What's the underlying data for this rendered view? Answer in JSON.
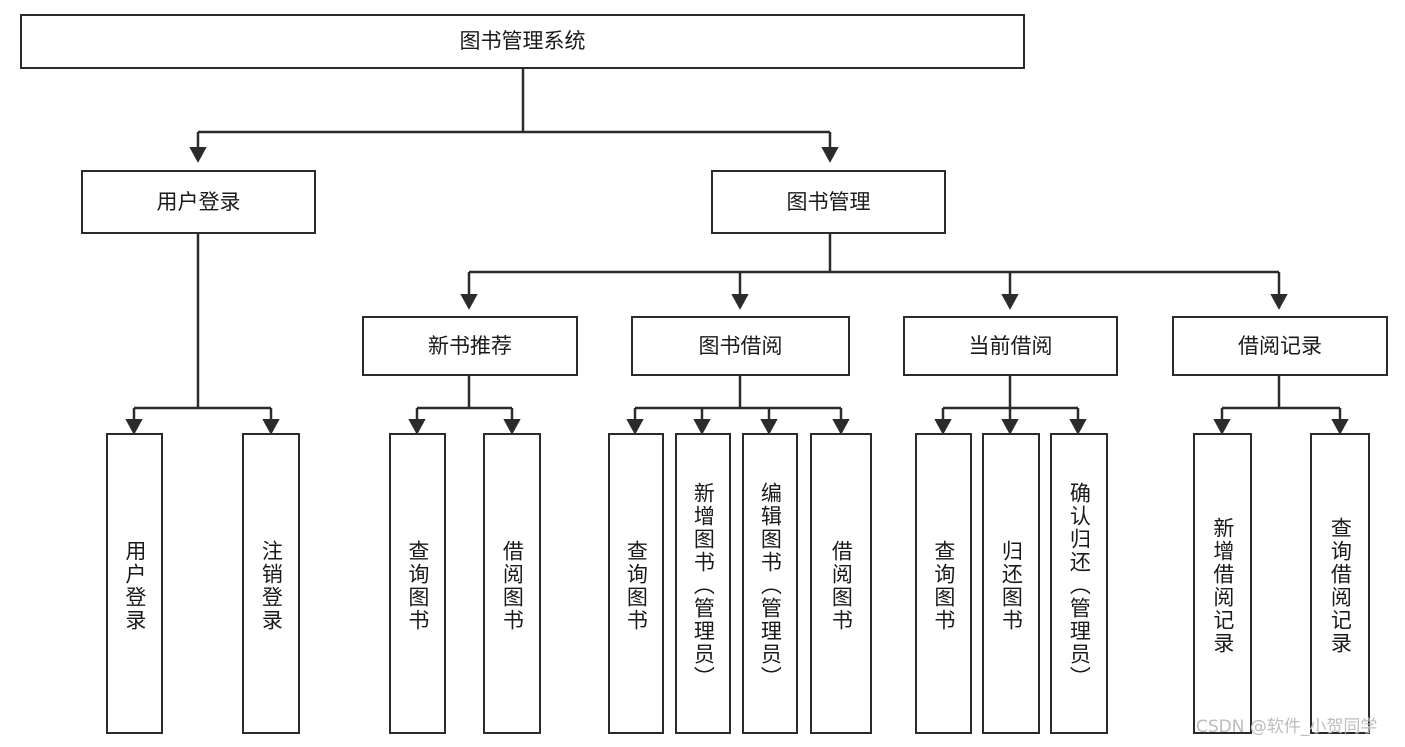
{
  "diagram": {
    "title": "图书管理系统",
    "type": "tree-hierarchy",
    "watermark": "CSDN @软件_小贺同学",
    "colors": {
      "stroke": "#2b2b2b",
      "fill": "#ffffff",
      "text": "#1a1a1a",
      "watermark": "#bdbdbd"
    },
    "nodes": {
      "root": "图书管理系统",
      "level2": {
        "user_login": "用户登录",
        "book_manage": "图书管理"
      },
      "level3": {
        "new_book_rec": "新书推荐",
        "book_borrow": "图书借阅",
        "current_borrow": "当前借阅",
        "borrow_record": "借阅记录"
      },
      "leaves": {
        "user_login_1": "用户登录",
        "user_login_2": "注销登录",
        "new_book_rec_1": "查询图书",
        "new_book_rec_2": "借阅图书",
        "book_borrow_1": "查询图书",
        "book_borrow_2": "新增图书（管理员）",
        "book_borrow_3": "编辑图书（管理员）",
        "book_borrow_4": "借阅图书",
        "current_borrow_1": "查询图书",
        "current_borrow_2": "归还图书",
        "current_borrow_3": "确认归还（管理员）",
        "borrow_record_1": "新增借阅记录",
        "borrow_record_2": "查询借阅记录"
      }
    }
  }
}
